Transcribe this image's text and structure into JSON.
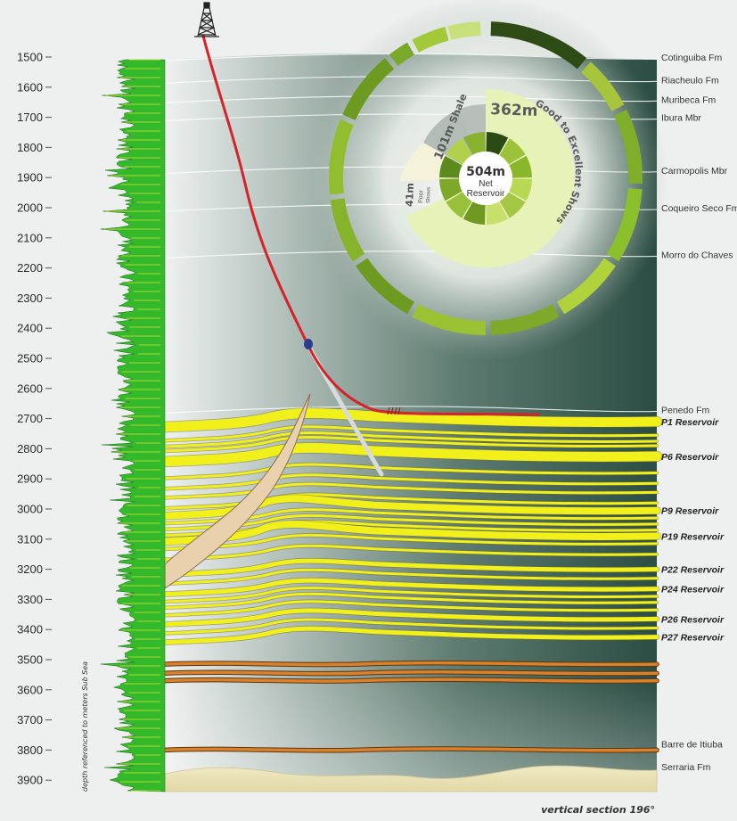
{
  "depth_axis": {
    "title": "depth referenced to meters Sub Sea",
    "ticks": [
      "1500",
      "1600",
      "1700",
      "1800",
      "1900",
      "2000",
      "2100",
      "2200",
      "2300",
      "2400",
      "2500",
      "2600",
      "2700",
      "2800",
      "2900",
      "3000",
      "3100",
      "3200",
      "3300",
      "3400",
      "3500",
      "3600",
      "3700",
      "3800",
      "3900"
    ]
  },
  "formations": [
    {
      "name": "Cotinguiba Fm",
      "depth": 1500
    },
    {
      "name": "Riacheulo Fm",
      "depth": 1575
    },
    {
      "name": "Muribeca Fm",
      "depth": 1640
    },
    {
      "name": "Ibura Mbr",
      "depth": 1700
    },
    {
      "name": "Carmopolis Mbr",
      "depth": 1875
    },
    {
      "name": "Coqueiro Seco Fm",
      "depth": 2000
    },
    {
      "name": "Morro do Chaves",
      "depth": 2155
    },
    {
      "name": "Penedo Fm",
      "depth": 2670
    },
    {
      "name": "Barre de Itiuba",
      "depth": 3780
    },
    {
      "name": "Serraria Fm",
      "depth": 3855
    }
  ],
  "reservoirs": [
    {
      "name": "P1 Reservoir",
      "depth": 2710
    },
    {
      "name": "P6 Reservoir",
      "depth": 2825
    },
    {
      "name": "P9 Reservoir",
      "depth": 3005
    },
    {
      "name": "P19 Reservoir",
      "depth": 3090
    },
    {
      "name": "P22 Reservoir",
      "depth": 3200
    },
    {
      "name": "P24 Reservoir",
      "depth": 3265
    },
    {
      "name": "P26 Reservoir",
      "depth": 3365
    },
    {
      "name": "P27 Reservoir",
      "depth": 3425
    }
  ],
  "summary": {
    "net_value": "504m",
    "net_line1": "Net",
    "net_line2": "Reservoir",
    "good_value": "362m",
    "good_label": "Good to Excellent Shows",
    "shale_value": "101m",
    "shale_label": "Shale",
    "poor_value": "41m",
    "poor_line1": "Poor",
    "poor_line2": "Shows"
  },
  "footer": {
    "section_label": "vertical section 196°"
  },
  "colors": {
    "reservoir_yellow": "#f2f01a",
    "well_path": "#d4232a",
    "gamma_green": "#39d02a",
    "orange_beds": "#d9822b",
    "section_dark": "#2f5248",
    "ring_green": "#8ab62a"
  }
}
